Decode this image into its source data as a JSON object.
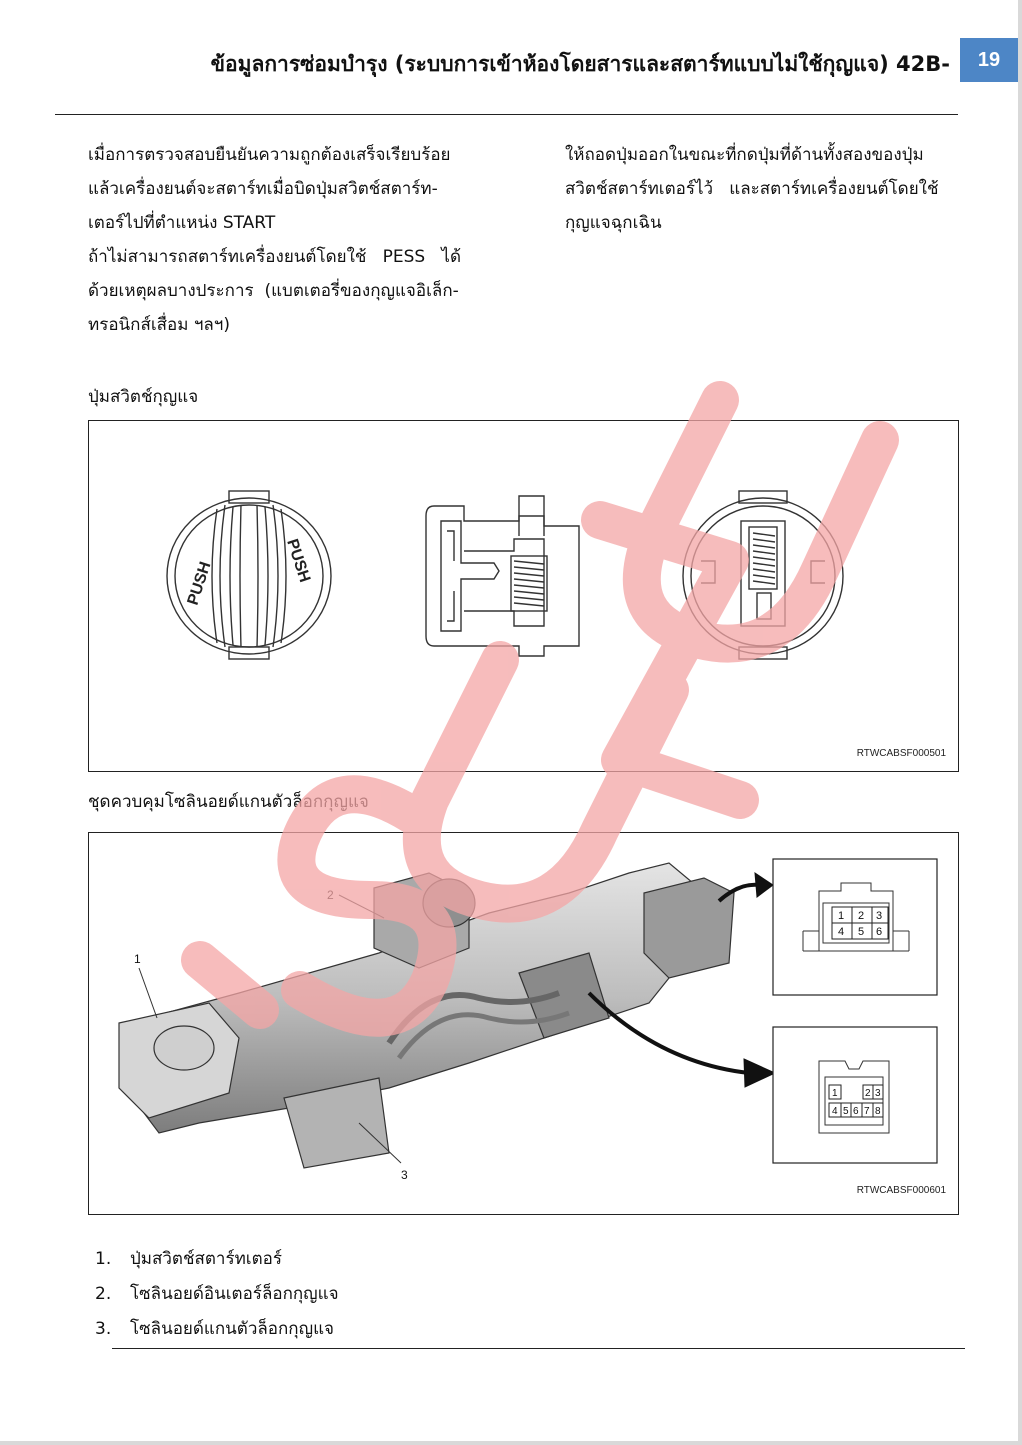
{
  "header": {
    "title": "ข้อมูลการซ่อมบำรุง (ระบบการเข้าห้องโดยสารและสตาร์ทแบบไม่ใช้กุญแจ) 42B-",
    "page_number": "19",
    "badge_color": "#4d86c6"
  },
  "body": {
    "left_lines": [
      "เมื่อการตรวจสอบยืนยันความถูกต้องเสร็จเรียบร้อย",
      "แล้วเครื่องยนต์จะสตาร์ทเมื่อบิดปุ่มสวิตช์สตาร์ท-",
      "เตอร์ไปที่ตำแหน่ง START",
      "ถ้าไม่สามารถสตาร์ทเครื่องยนต์โดยใช้   PESS   ได้",
      "ด้วยเหตุผลบางประการ  (แบตเตอรี่ของกุญแจอิเล็ก-",
      "ทรอนิกส์เสื่อม ฯลฯ)"
    ],
    "right_lines": [
      "ให้ถอดปุ่มออกในขณะที่กดปุ่มที่ด้านทั้งสองของปุ่ม",
      "สวิตช์สตาร์ทเตอร์ไว้   และสตาร์ทเครื่องยนต์โดยใช้",
      "กุญแจฉุกเฉิน"
    ]
  },
  "figure1": {
    "label": "ปุ่มสวิตช์กุญแจ",
    "push_text": "PUSH",
    "code": "RTWCABSF000501"
  },
  "figure2": {
    "label": "ชุดควบคุมโซลินอยด์แกนตัวล็อกกุญแจ",
    "callouts": [
      "1",
      "2",
      "3"
    ],
    "connector_a_pins": [
      "1",
      "2",
      "3",
      "4",
      "5",
      "6"
    ],
    "connector_b_pins": [
      "1",
      "2",
      "3",
      "4",
      "5",
      "6",
      "7",
      "8"
    ],
    "code": "RTWCABSF000601"
  },
  "legend": [
    {
      "num": "1.",
      "text": "ปุ่มสวิตช์สตาร์ทเตอร์"
    },
    {
      "num": "2.",
      "text": "โซลินอยด์อินเตอร์ล็อกกุญแจ"
    },
    {
      "num": "3.",
      "text": "โซลินอยด์แกนตัวล็อกกุญแจ"
    }
  ],
  "watermark": {
    "text": "ISUZU",
    "color": "#f4a6a6"
  }
}
